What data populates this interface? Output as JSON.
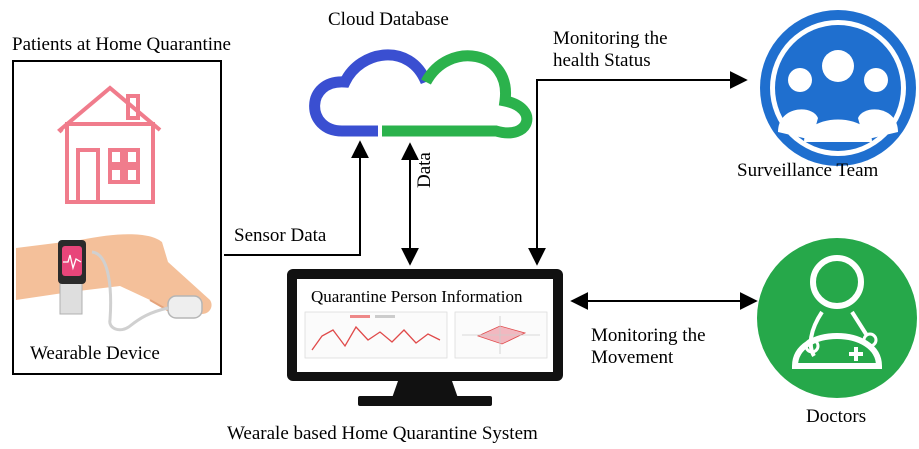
{
  "labels": {
    "patients_title": "Patients at Home Quarantine",
    "wearable_device": "Wearable Device",
    "sensor_data": "Sensor Data",
    "cloud_database": "Cloud Database",
    "data": "Data",
    "monitoring_health_line1": "Monitoring the",
    "monitoring_health_line2": "health Status",
    "surveillance_team": "Surveillance Team",
    "quarantine_person_information": "Quarantine Person Information",
    "monitoring_movement_line1": "Monitoring the",
    "monitoring_movement_line2": "Movement",
    "doctors": "Doctors",
    "system_caption": "Wearale based Home Quarantine System"
  },
  "icons": {
    "house": "house-icon",
    "smartwatch": "smartwatch-hand-icon",
    "cloud": "cloud-icon",
    "team": "team-icon",
    "monitor": "monitor-icon",
    "doctor": "doctor-icon"
  },
  "colors": {
    "house": "#f07c8c",
    "cloud_left": "#3a4fd1",
    "cloud_right": "#2bb24c",
    "team": "#1f6fcf",
    "doctor_bg": "#26a84a",
    "monitor": "#111111",
    "skin": "#f4c09a",
    "watch_band": "#2b2b2b",
    "watch_screen": "#e8457a"
  }
}
